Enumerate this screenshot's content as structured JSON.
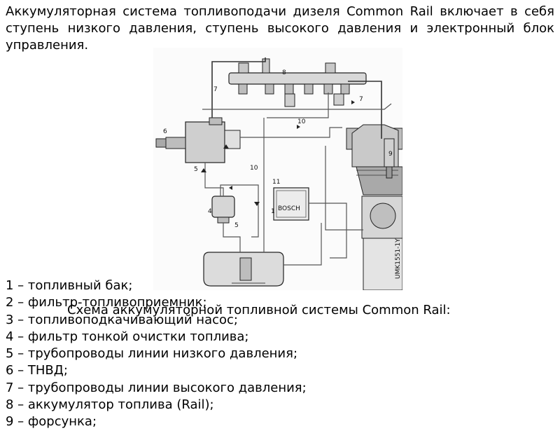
{
  "intro": "Аккумуляторная система топливоподачи дизеля Common Rail включает в себя ступень низкого давления, ступень высокого давления и электронный блок управления.",
  "diagram": {
    "labels": [
      "1",
      "4",
      "5",
      "5",
      "6",
      "7",
      "7",
      "8",
      "9",
      "10",
      "10",
      "11"
    ],
    "brand": "BOSCH",
    "code": "UMK1551-1Y"
  },
  "caption": "Схема аккумуляторной топливной системы Common Rail:",
  "legend": [
    "1 – топливный бак;",
    "2 – фильтр-топливоприемник;",
    "3 – топливоподкачивающий насос;",
    "4 – фильтр тонкой очистки топлива;",
    "5 – трубопроводы линии низкого давления;",
    "6 – ТНВД;",
    "7 – трубопроводы линии высокого давления;",
    "8 – аккумулятор топлива (Rail);",
    "9 – форсунка;"
  ]
}
